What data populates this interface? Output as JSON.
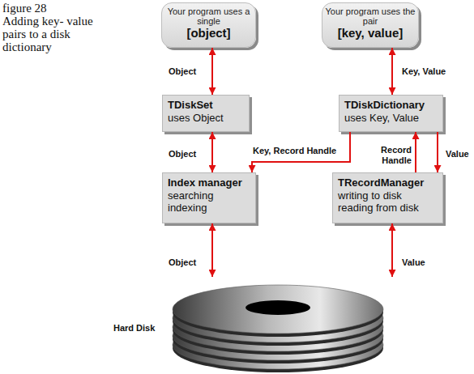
{
  "diagram": {
    "caption": "Adding key- value pairs to a disk dictionary",
    "nodes": [
      {
        "text": [
          "Your program uses a single",
          "[object]"
        ]
      },
      {
        "text": [
          "Your program uses the pair",
          "[key, value]"
        ]
      },
      {
        "text": [
          "TDiskSet",
          "uses Object"
        ]
      },
      {
        "text": [
          "TDiskDictionary",
          "uses Key, Value"
        ]
      },
      {
        "text": [
          "Index manager",
          "searching indexing"
        ]
      },
      {
        "text": [
          "TRecordManager",
          "writing to disk reading from disk"
        ]
      },
      {
        "text": [
          "Hard Disk"
        ]
      }
    ],
    "edges": [
      {
        "from": 0,
        "to": 2,
        "label": "Object",
        "arrow": "both"
      },
      {
        "from": 1,
        "to": 3,
        "label": "Key, Value",
        "arrow": "both"
      },
      {
        "from": 2,
        "to": 4,
        "label": "Object",
        "arrow": "both"
      },
      {
        "from": 3,
        "to": 4,
        "label": "Key, Record Handle",
        "arrow": "to"
      },
      {
        "from": 5,
        "to": 3,
        "label": "Record Handle",
        "arrow": "to"
      },
      {
        "from": 3,
        "to": 5,
        "label": "Value",
        "arrow": "to"
      },
      {
        "from": 4,
        "to": 6,
        "label": "Object",
        "arrow": "both"
      },
      {
        "from": 5,
        "to": 6,
        "label": "Value",
        "arrow": "both"
      }
    ],
    "labels": [
      "figure 28"
    ]
  }
}
